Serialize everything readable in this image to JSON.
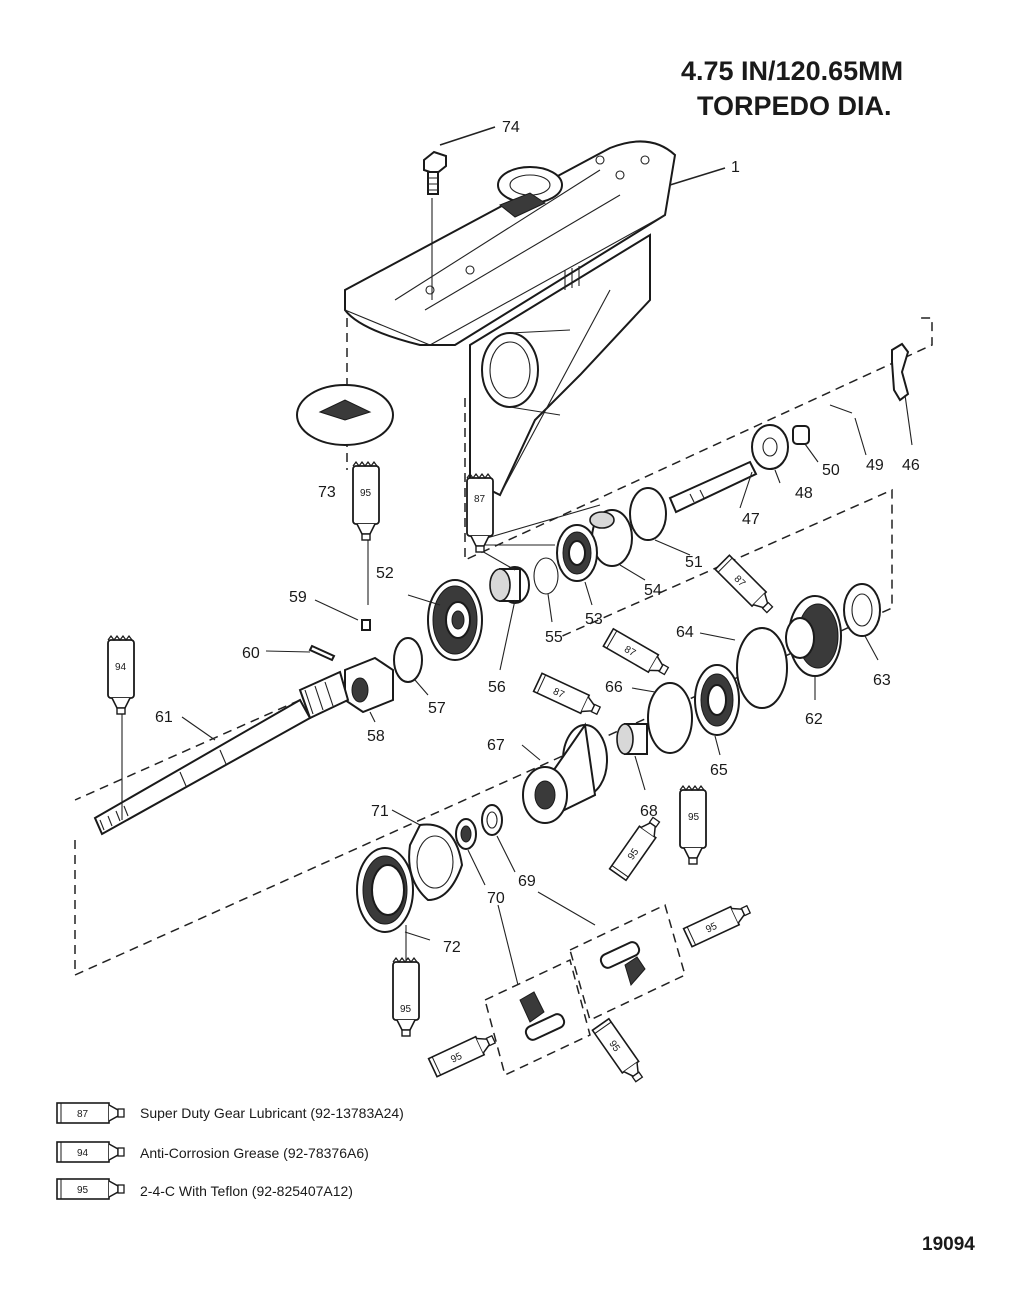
{
  "title": {
    "line1": "4.75 IN/120.65MM",
    "line2": "TORPEDO DIA."
  },
  "figure_number": "19094",
  "parts": {
    "p1": "1",
    "p46": "46",
    "p47": "47",
    "p48": "48",
    "p49": "49",
    "p50": "50",
    "p51": "51",
    "p52": "52",
    "p53": "53",
    "p54": "54",
    "p55": "55",
    "p56": "56",
    "p57": "57",
    "p58": "58",
    "p59": "59",
    "p60": "60",
    "p61": "61",
    "p62": "62",
    "p63": "63",
    "p64": "64",
    "p65": "65",
    "p66": "66",
    "p67": "67",
    "p68": "68",
    "p69": "69",
    "p70": "70",
    "p71": "71",
    "p72": "72",
    "p73": "73",
    "p74": "74"
  },
  "tubes": {
    "t87": "87",
    "t94": "94",
    "t95": "95"
  },
  "legend": [
    {
      "code": "87",
      "text": "Super Duty Gear Lubricant (92-13783A24)"
    },
    {
      "code": "94",
      "text": "Anti-Corrosion Grease (92-78376A6)"
    },
    {
      "code": "95",
      "text": "2-4-C  With Teflon (92-825407A12)"
    }
  ]
}
